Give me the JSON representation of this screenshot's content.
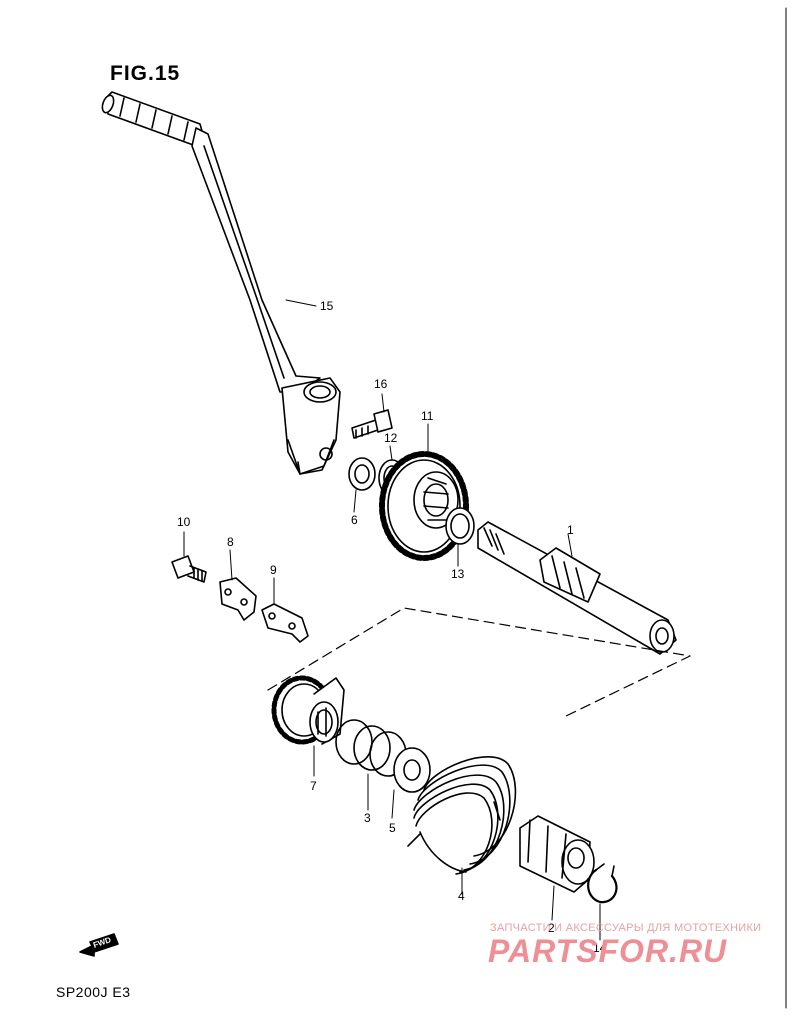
{
  "figure": {
    "title": "FIG.15",
    "model": "SP200J  E3"
  },
  "callouts": [
    {
      "id": "part-1",
      "label": "1"
    },
    {
      "id": "part-2",
      "label": "2"
    },
    {
      "id": "part-3",
      "label": "3"
    },
    {
      "id": "part-4",
      "label": "4"
    },
    {
      "id": "part-5",
      "label": "5"
    },
    {
      "id": "part-6",
      "label": "6"
    },
    {
      "id": "part-7",
      "label": "7"
    },
    {
      "id": "part-8",
      "label": "8"
    },
    {
      "id": "part-9",
      "label": "9"
    },
    {
      "id": "part-10",
      "label": "10"
    },
    {
      "id": "part-11",
      "label": "11"
    },
    {
      "id": "part-12",
      "label": "12"
    },
    {
      "id": "part-13",
      "label": "13"
    },
    {
      "id": "part-14",
      "label": "14"
    },
    {
      "id": "part-15",
      "label": "15"
    },
    {
      "id": "part-16",
      "label": "16"
    }
  ],
  "direction_marker": {
    "label": "FWD"
  },
  "watermark": {
    "subtitle": "ЗАПЧАСТИ И АКСЕССУАРЫ ДЛЯ МОТОТЕХНИКИ",
    "brand": "PARTSFOR.RU",
    "color": "#ee8f95"
  }
}
